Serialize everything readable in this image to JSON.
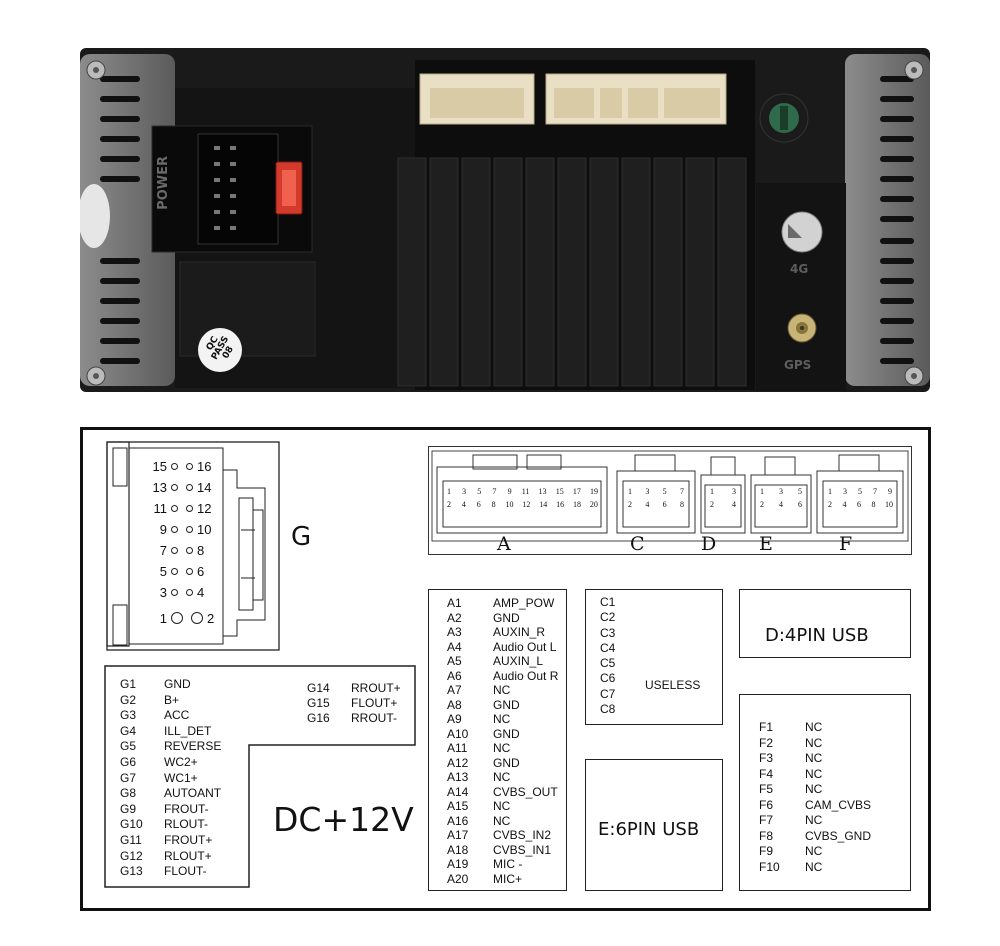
{
  "photo": {
    "power_label": "POWER",
    "qc_line1": "QC",
    "qc_line2": "PASS",
    "qc_line3": "08",
    "antenna_4g": "4G",
    "antenna_gps": "GPS"
  },
  "connector_g": {
    "title": "G",
    "pin_numbers": [
      {
        "left": "15",
        "right": "16"
      },
      {
        "left": "13",
        "right": "14"
      },
      {
        "left": "11",
        "right": "12"
      },
      {
        "left": "9",
        "right": "10"
      },
      {
        "left": "7",
        "right": "8"
      },
      {
        "left": "5",
        "right": "6"
      },
      {
        "left": "3",
        "right": "4"
      },
      {
        "left": "1",
        "right": "2"
      }
    ]
  },
  "header_labels": {
    "a": "A",
    "c": "C",
    "d": "D",
    "e": "E",
    "f": "F"
  },
  "header_pins": {
    "a_top": [
      "1",
      "3",
      "5",
      "7",
      "9",
      "11",
      "13",
      "15",
      "17",
      "19"
    ],
    "a_bottom": [
      "2",
      "4",
      "6",
      "8",
      "10",
      "12",
      "14",
      "16",
      "18",
      "20"
    ],
    "c_top": [
      "1",
      "3",
      "5",
      "7"
    ],
    "c_bottom": [
      "2",
      "4",
      "6",
      "8"
    ],
    "d_top": [
      "1",
      "3"
    ],
    "d_bottom": [
      "2",
      "4"
    ],
    "e_top": [
      "1",
      "3",
      "5"
    ],
    "e_bottom": [
      "2",
      "4",
      "6"
    ],
    "f_top": [
      "1",
      "3",
      "5",
      "7",
      "9"
    ],
    "f_bottom": [
      "2",
      "4",
      "6",
      "8",
      "10"
    ]
  },
  "g_pins": [
    {
      "pin": "G1",
      "signal": "GND"
    },
    {
      "pin": "G2",
      "signal": "B+"
    },
    {
      "pin": "G3",
      "signal": "ACC"
    },
    {
      "pin": "G4",
      "signal": "ILL_DET"
    },
    {
      "pin": "G5",
      "signal": "REVERSE"
    },
    {
      "pin": "G6",
      "signal": "WC2+"
    },
    {
      "pin": "G7",
      "signal": "WC1+"
    },
    {
      "pin": "G8",
      "signal": "AUTOANT"
    },
    {
      "pin": "G9",
      "signal": "FROUT-"
    },
    {
      "pin": "G10",
      "signal": "RLOUT-"
    },
    {
      "pin": "G11",
      "signal": "FROUT+"
    },
    {
      "pin": "G12",
      "signal": "RLOUT+"
    },
    {
      "pin": "G13",
      "signal": "FLOUT-"
    }
  ],
  "g_pins_extra": [
    {
      "pin": "G14",
      "signal": "RROUT+"
    },
    {
      "pin": "G15",
      "signal": "FLOUT+"
    },
    {
      "pin": "G16",
      "signal": "RROUT-"
    }
  ],
  "dc_label": "DC+12V",
  "a_pins": [
    {
      "pin": "A1",
      "signal": "AMP_POW"
    },
    {
      "pin": "A2",
      "signal": "GND"
    },
    {
      "pin": "A3",
      "signal": "AUXIN_R"
    },
    {
      "pin": "A4",
      "signal": "Audio Out L"
    },
    {
      "pin": "A5",
      "signal": "AUXIN_L"
    },
    {
      "pin": "A6",
      "signal": "Audio Out R"
    },
    {
      "pin": "A7",
      "signal": "NC"
    },
    {
      "pin": "A8",
      "signal": "GND"
    },
    {
      "pin": "A9",
      "signal": "NC"
    },
    {
      "pin": "A10",
      "signal": "GND"
    },
    {
      "pin": "A11",
      "signal": "NC"
    },
    {
      "pin": "A12",
      "signal": "GND"
    },
    {
      "pin": "A13",
      "signal": "NC"
    },
    {
      "pin": "A14",
      "signal": "CVBS_OUT"
    },
    {
      "pin": "A15",
      "signal": "NC"
    },
    {
      "pin": "A16",
      "signal": "NC"
    },
    {
      "pin": "A17",
      "signal": "CVBS_IN2"
    },
    {
      "pin": "A18",
      "signal": "CVBS_IN1"
    },
    {
      "pin": "A19",
      "signal": "MIC -"
    },
    {
      "pin": "A20",
      "signal": "MIC+"
    }
  ],
  "c_pins": [
    "C1",
    "C2",
    "C3",
    "C4",
    "C5",
    "C6",
    "C7",
    "C8"
  ],
  "c_note": "USELESS",
  "d_note": "D:4PIN USB",
  "e_note": "E:6PIN USB",
  "f_pins": [
    {
      "pin": "F1",
      "signal": "NC"
    },
    {
      "pin": "F2",
      "signal": "NC"
    },
    {
      "pin": "F3",
      "signal": "NC"
    },
    {
      "pin": "F4",
      "signal": "NC"
    },
    {
      "pin": "F5",
      "signal": "NC"
    },
    {
      "pin": "F6",
      "signal": "CAM_CVBS"
    },
    {
      "pin": "F7",
      "signal": "NC"
    },
    {
      "pin": "F8",
      "signal": "CVBS_GND"
    },
    {
      "pin": "F9",
      "signal": "NC"
    },
    {
      "pin": "F10",
      "signal": "NC"
    }
  ]
}
